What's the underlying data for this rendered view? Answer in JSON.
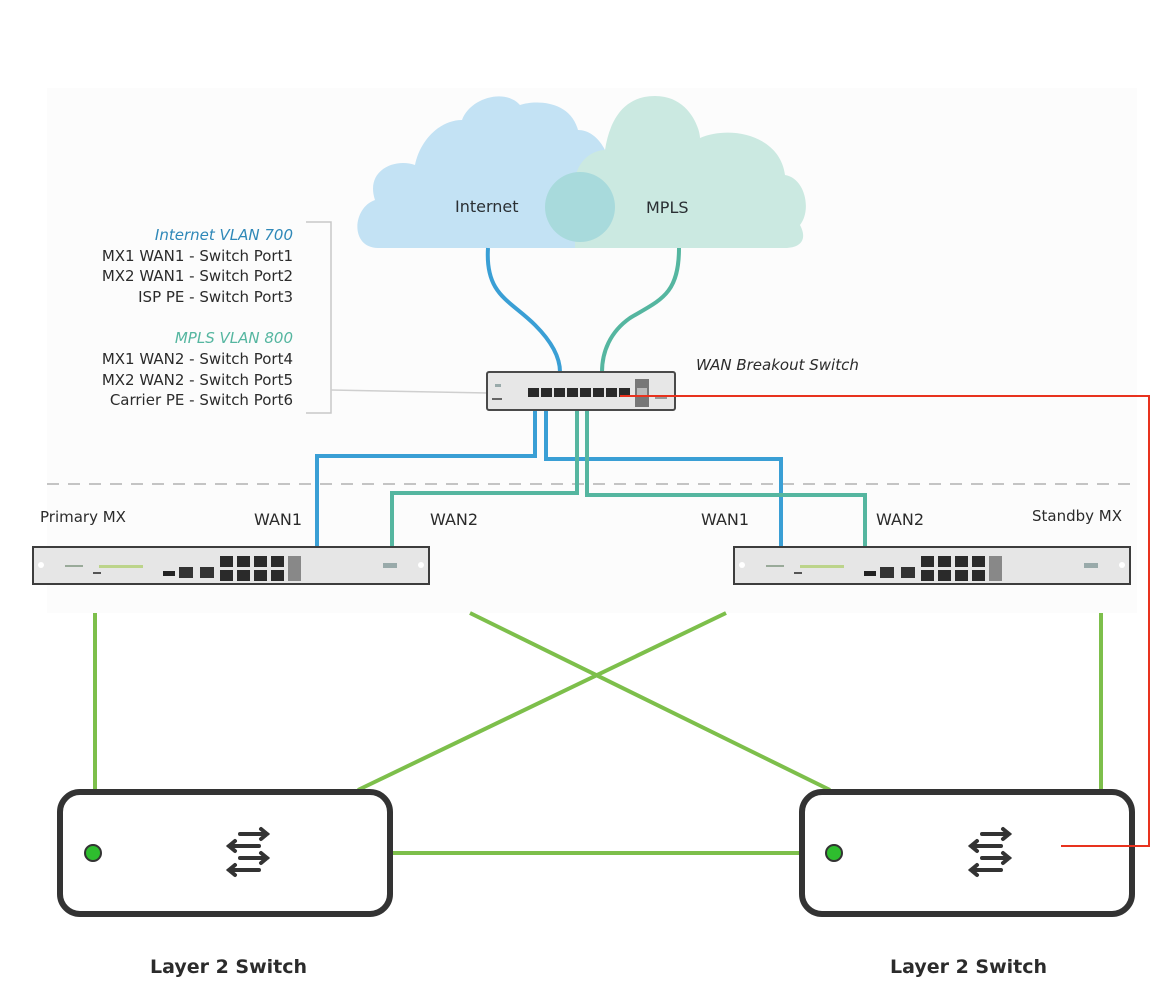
{
  "colors": {
    "internet": "#3a9fd5",
    "mpls": "#55b6a0",
    "internet_cloud": "#c3e2f4",
    "mpls_cloud": "#cbe9e1",
    "overlap": "#a8dadc",
    "lan_link": "#7dbf4b",
    "annotation": "#e8321e",
    "status_led": "#2ebd2e"
  },
  "clouds": {
    "internet": "Internet",
    "mpls": "MPLS"
  },
  "vlan_legend": {
    "internet_heading": "Internet VLAN 700",
    "internet_items": [
      "MX1 WAN1 - Switch Port1",
      "MX2 WAN1 - Switch Port2",
      "ISP PE - Switch Port3"
    ],
    "mpls_heading": "MPLS VLAN 800",
    "mpls_items": [
      "MX1 WAN2 - Switch Port4",
      "MX2 WAN2 - Switch Port5",
      "Carrier PE - Switch Port6"
    ]
  },
  "breakout_switch": {
    "label": "WAN Breakout Switch",
    "port_count": 8
  },
  "primary_mx": {
    "label": "Primary MX",
    "wan1": "WAN1",
    "wan2": "WAN2"
  },
  "standby_mx": {
    "label": "Standby MX",
    "wan1": "WAN1",
    "wan2": "WAN2"
  },
  "l2_switches": [
    {
      "label": "Layer 2 Switch"
    },
    {
      "label": "Layer 2 Switch"
    }
  ]
}
